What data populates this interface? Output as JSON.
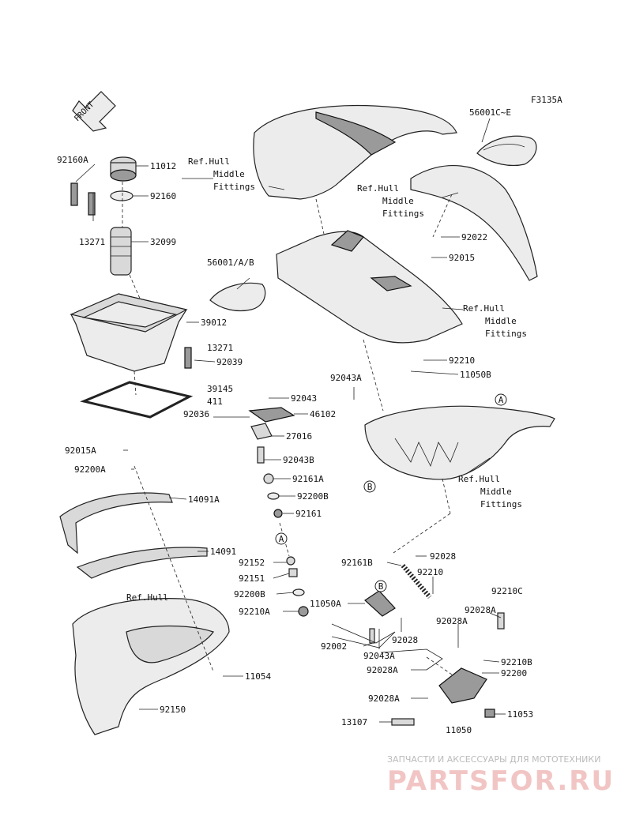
{
  "diagram_code": "F3135A",
  "front_label": "FRONT",
  "callouts": [
    {
      "id": "c11012",
      "text": "11012"
    },
    {
      "id": "c92160A",
      "text": "92160A"
    },
    {
      "id": "c92160",
      "text": "92160"
    },
    {
      "id": "c13271a",
      "text": "13271"
    },
    {
      "id": "c32099",
      "text": "32099"
    },
    {
      "id": "c39012",
      "text": "39012"
    },
    {
      "id": "c13271b",
      "text": "13271"
    },
    {
      "id": "c92039",
      "text": "92039"
    },
    {
      "id": "c39145",
      "text": "39145"
    },
    {
      "id": "c411",
      "text": "411"
    },
    {
      "id": "c92036",
      "text": "92036"
    },
    {
      "id": "c92043",
      "text": "92043"
    },
    {
      "id": "c46102",
      "text": "46102"
    },
    {
      "id": "c27016",
      "text": "27016"
    },
    {
      "id": "c92043B",
      "text": "92043B"
    },
    {
      "id": "c92161A",
      "text": "92161A"
    },
    {
      "id": "c92200B_a",
      "text": "92200B"
    },
    {
      "id": "c92161",
      "text": "92161"
    },
    {
      "id": "c92152",
      "text": "92152"
    },
    {
      "id": "c92151",
      "text": "92151"
    },
    {
      "id": "c92200B_b",
      "text": "92200B"
    },
    {
      "id": "c92210A",
      "text": "92210A"
    },
    {
      "id": "c92015A",
      "text": "92015A"
    },
    {
      "id": "c92200A",
      "text": "92200A"
    },
    {
      "id": "c14091A",
      "text": "14091A"
    },
    {
      "id": "c14091",
      "text": "14091"
    },
    {
      "id": "c11054",
      "text": "11054"
    },
    {
      "id": "c92150",
      "text": "92150"
    },
    {
      "id": "c56001CE",
      "text": "56001C~E"
    },
    {
      "id": "c92022",
      "text": "92022"
    },
    {
      "id": "c92015",
      "text": "92015"
    },
    {
      "id": "c56001AB",
      "text": "56001/A/B"
    },
    {
      "id": "c92043A_a",
      "text": "92043A"
    },
    {
      "id": "c92210_a",
      "text": "92210"
    },
    {
      "id": "c11050B",
      "text": "11050B"
    },
    {
      "id": "c92161B",
      "text": "92161B"
    },
    {
      "id": "c92028_a",
      "text": "92028"
    },
    {
      "id": "c92210_b",
      "text": "92210"
    },
    {
      "id": "c11050A",
      "text": "11050A"
    },
    {
      "id": "c92028_b",
      "text": "92028"
    },
    {
      "id": "c92002",
      "text": "92002"
    },
    {
      "id": "c92043A_b",
      "text": "92043A"
    },
    {
      "id": "c92028A_a",
      "text": "92028A"
    },
    {
      "id": "c92028A_b",
      "text": "92028A"
    },
    {
      "id": "c92210C",
      "text": "92210C"
    },
    {
      "id": "c92028A_c",
      "text": "92028A"
    },
    {
      "id": "c92210B",
      "text": "92210B"
    },
    {
      "id": "c92200",
      "text": "92200"
    },
    {
      "id": "c92028A_d",
      "text": "92028A"
    },
    {
      "id": "c13107",
      "text": "13107"
    },
    {
      "id": "c11053",
      "text": "11053"
    },
    {
      "id": "c11050",
      "text": "11050"
    }
  ],
  "references": [
    {
      "id": "ref1",
      "lines": [
        "Ref.Hull",
        "Middle",
        "Fittings"
      ]
    },
    {
      "id": "ref2",
      "lines": [
        "Ref.Hull",
        "Middle",
        "Fittings"
      ]
    },
    {
      "id": "ref3",
      "lines": [
        "Ref.Hull",
        "Middle",
        "Fittings"
      ]
    },
    {
      "id": "ref4",
      "lines": [
        "Ref.Hull",
        "Middle",
        "Fittings"
      ]
    },
    {
      "id": "ref5",
      "lines": [
        "Ref.Hull"
      ]
    }
  ],
  "markers": {
    "a": "A",
    "b": "B"
  },
  "watermark": {
    "tagline": "ЗАПЧАСТИ И АКСЕССУАРЫ ДЛЯ МОТОТЕХНИКИ",
    "brand": "PARTSFOR.RU"
  }
}
